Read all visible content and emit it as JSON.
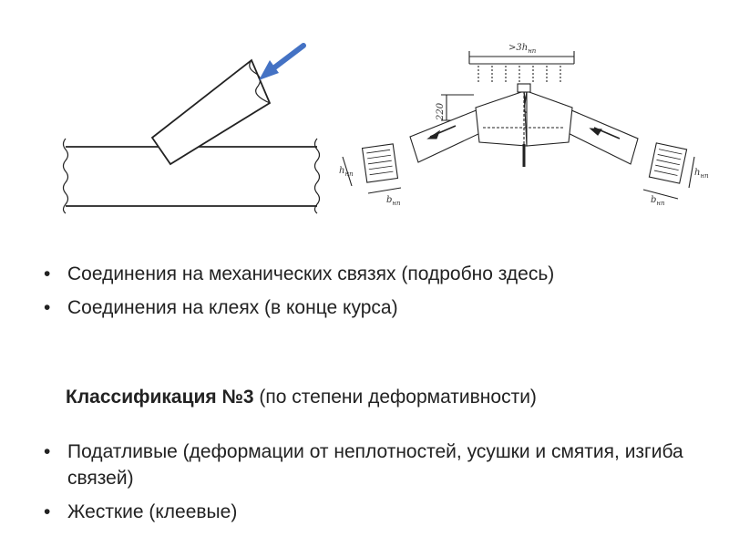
{
  "figures": {
    "right_diagram": {
      "top_dimension": ">3h",
      "top_dimension_sub": "нп",
      "height_dimension": "220"
    },
    "left_section": {
      "width": "b",
      "width_sub": "нп",
      "height": "h",
      "height_sub": "нп"
    },
    "right_section": {
      "width": "b",
      "width_sub": "нп",
      "height": "h",
      "height_sub": "нп"
    }
  },
  "bullets_1": [
    {
      "text": "Соединения на механических связях (подробно здесь)"
    },
    {
      "text": "Соединения на клеях (в конце курса)"
    }
  ],
  "classification": {
    "title": "Классификация №3",
    "subtitle": " (по степени деформативности)"
  },
  "bullets_2": [
    {
      "text": "Податливые (деформации от неплотностей, усушки и смятия, изгиба связей)"
    },
    {
      "text": "Жесткие (клеевые)"
    }
  ],
  "colors": {
    "arrow": "#4472c4",
    "lines": "#222222",
    "text": "#222222"
  }
}
